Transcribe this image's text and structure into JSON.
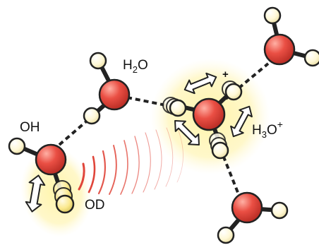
{
  "labels": {
    "oh": "OH",
    "h2o_main": "H",
    "h2o_sub": "2",
    "h2o_tail": "O",
    "od": "OD",
    "h3o_main": "H",
    "h3o_sub": "3",
    "h3o_tail": "O",
    "h3o_sup": "+",
    "plus": "+"
  },
  "colors": {
    "oxygen": "#e8493f",
    "oxygen_highlight": "#ff9a8c",
    "hydrogen": "#fffbe0",
    "glow": "#fff2a0",
    "wave": "#e0453a",
    "bond": "#222222"
  }
}
